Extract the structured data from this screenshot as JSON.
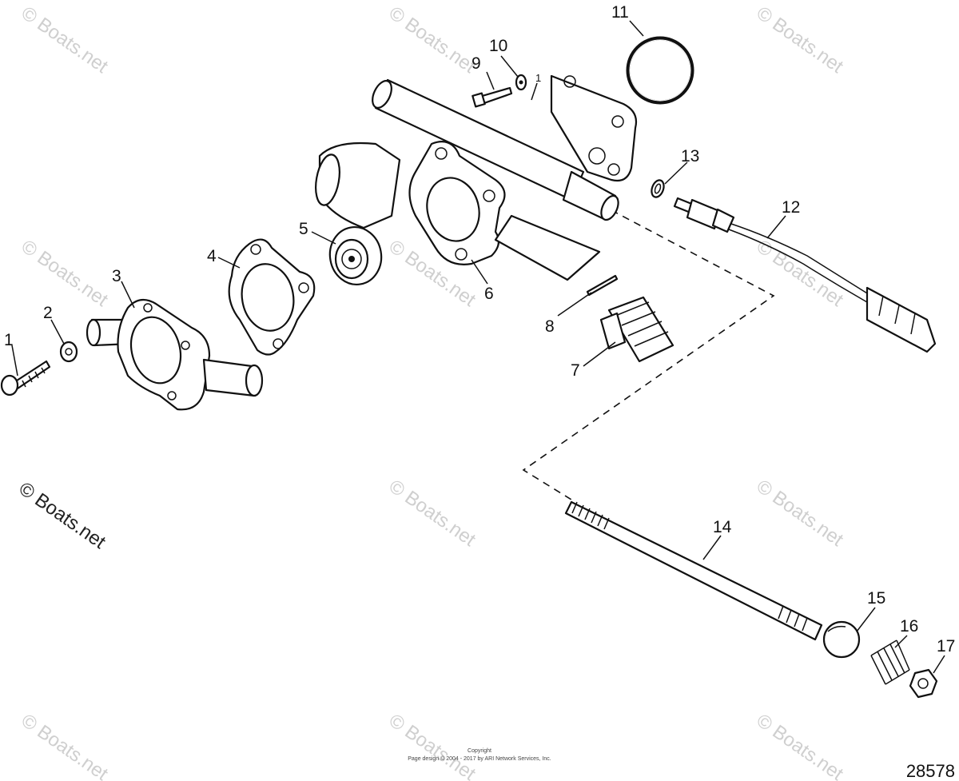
{
  "diagram": {
    "figure_number": "28578",
    "watermark_text": "© Boats.net",
    "copyright_line1": "Copyright",
    "copyright_line2": "Page design © 2004 - 2017 by ARI Network Services, Inc.",
    "callouts": [
      {
        "id": "1",
        "label": "1"
      },
      {
        "id": "2",
        "label": "2"
      },
      {
        "id": "3",
        "label": "3"
      },
      {
        "id": "4",
        "label": "4"
      },
      {
        "id": "5",
        "label": "5"
      },
      {
        "id": "6",
        "label": "6"
      },
      {
        "id": "7",
        "label": "7"
      },
      {
        "id": "8",
        "label": "8"
      },
      {
        "id": "9",
        "label": "9"
      },
      {
        "id": "10",
        "label": "10"
      },
      {
        "id": "11",
        "label": "11"
      },
      {
        "id": "12",
        "label": "12"
      },
      {
        "id": "13",
        "label": "13"
      },
      {
        "id": "14",
        "label": "14"
      },
      {
        "id": "15",
        "label": "15"
      },
      {
        "id": "16",
        "label": "16"
      },
      {
        "id": "17",
        "label": "17"
      },
      {
        "id": "ref1",
        "label": "1"
      }
    ]
  }
}
